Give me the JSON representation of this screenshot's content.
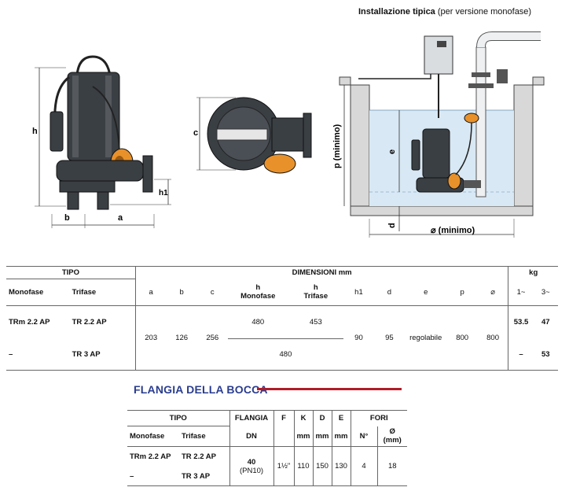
{
  "install": {
    "title_bold": "Installazione tipica",
    "title_rest": " (per versione monofase)",
    "labels": {
      "p": "p (minimo)",
      "e": "e",
      "d": "d",
      "diam": "⌀ (minimo)"
    }
  },
  "drawing_labels": {
    "h": "h",
    "h1": "h1",
    "b": "b",
    "a": "a",
    "c": "c"
  },
  "dimensions_table": {
    "tipo": "TIPO",
    "dimensioni": "DIMENSIONI mm",
    "kg": "kg",
    "col_monofase": "Monofase",
    "col_trifase": "Trifase",
    "cols": [
      "a",
      "b",
      "c"
    ],
    "h_label": "h",
    "h_mono": "Monofase",
    "h_tri": "Trifase",
    "cols2": [
      "h1",
      "d",
      "e",
      "p",
      "⌀"
    ],
    "kg_cols": [
      "1~",
      "3~"
    ],
    "rows": [
      {
        "mono": "TRm 2.2 AP",
        "tri": "TR 2.2 AP",
        "h_mono": "480",
        "h_tri": "453",
        "kg1": "53.5",
        "kg3": "47"
      },
      {
        "mono": "–",
        "tri": "TR 3 AP",
        "h_both": "480",
        "kg1": "–",
        "kg3": "53"
      }
    ],
    "shared": {
      "a": "203",
      "b": "126",
      "c": "256",
      "h1": "90",
      "d": "95",
      "e": "regolabile",
      "p": "800",
      "diam": "800"
    }
  },
  "flangia": {
    "title": "FLANGIA DELLA BOCCA",
    "tipo": "TIPO",
    "flangia": "FLANGIA",
    "dn": "DN",
    "f": "F",
    "k": "K",
    "d": "D",
    "e": "E",
    "fori": "FORI",
    "mm": "mm",
    "col_monofase": "Monofase",
    "col_trifase": "Trifase",
    "n": "N°",
    "diam": "Ø",
    "diam_unit": "(mm)",
    "rows": [
      {
        "mono": "TRm 2.2 AP",
        "tri": "TR 2.2 AP"
      },
      {
        "mono": "–",
        "tri": "TR 3 AP"
      }
    ],
    "values": {
      "dn": "40",
      "pn": "(PN10)",
      "f": "1½\"",
      "k": "110",
      "d": "150",
      "e": "130",
      "n": "4",
      "diam": "18"
    }
  }
}
